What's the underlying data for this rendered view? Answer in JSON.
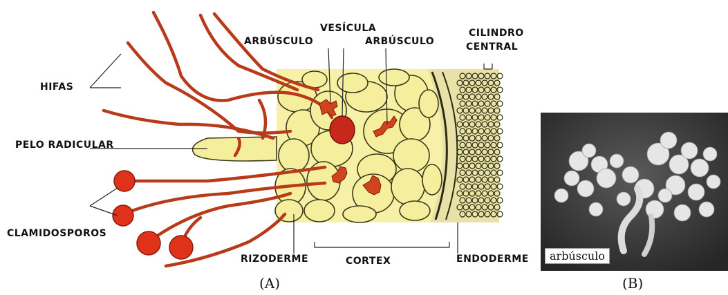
{
  "panel_a": {
    "labels": {
      "hifas": "HIFAS",
      "pelo_radicular": "PELO RADICULAR",
      "clamidosporos": "CLAMIDOSPOROS",
      "arbusculo_left": "ARBÚSCULO",
      "vesicula": "VESÍCULA",
      "arbusculo_right": "ARBÚSCULO",
      "cilindro_line1": "CILINDRO",
      "cilindro_line2": "CENTRAL",
      "rizoderme": "RIZODERME",
      "cortex": "CORTEX",
      "endoderme": "ENDODERME"
    },
    "caption": "(A)"
  },
  "panel_b": {
    "tag": "arbúsculo",
    "caption": "(B)"
  },
  "colors": {
    "root_fill": "#f7f0a8",
    "cell_stroke": "#3a3a1a",
    "hypha": "#b83a1a",
    "spore": "#e0321a",
    "photo_bg": "#3c3c3c",
    "arbuscule_photo": "#e8e8e8"
  }
}
